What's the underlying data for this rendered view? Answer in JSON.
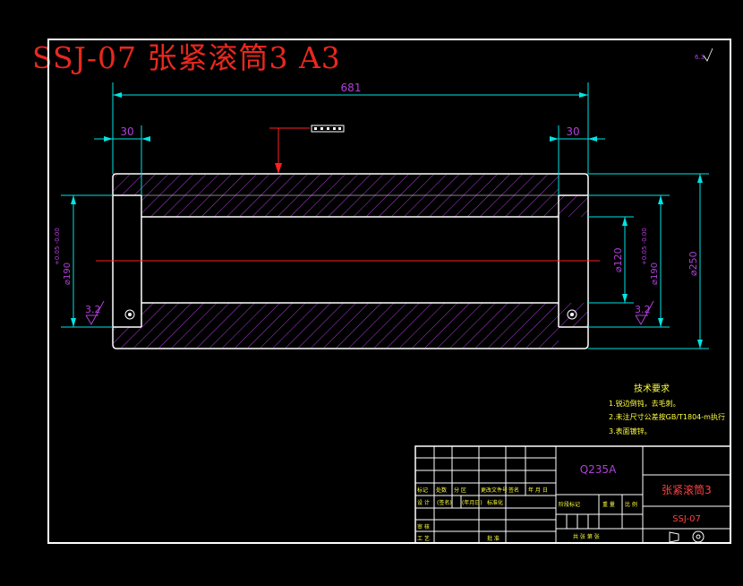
{
  "drawing_title": "SSJ-07 张紧滚筒3 A3",
  "dimensions": {
    "overall_length": "681",
    "left_bore_depth": "30",
    "right_bore_depth": "30",
    "bore_left": "⌀190",
    "bore_left_tol": "+0.05 -0.00",
    "bore_right": "⌀190",
    "bore_right_tol": "+0.05 -0.00",
    "inner_diameter": "⌀120",
    "outer_diameter": "⌀250"
  },
  "roughness": {
    "left": "3.2",
    "right": "3.2",
    "corner": "6.3"
  },
  "tech_requirements": {
    "heading": "技术要求",
    "items": [
      "1.锐边倒钝，去毛刺。",
      "2.未注尺寸公差按GB/T1804-m执行",
      "3.表面镀锌。"
    ]
  },
  "title_block": {
    "material": "Q235A",
    "part_name": "张紧滚筒3",
    "drawing_number": "SSJ-07",
    "row_marks": [
      "标记",
      "处数",
      "分 区",
      "更改文件号",
      "签名",
      "年 月 日"
    ],
    "row_design": [
      "设 计",
      "(签名)",
      "(年月日)",
      "标准化"
    ],
    "row_review": "审 核",
    "row_process": "工 艺",
    "row_approve": "批 准",
    "stage_label": "阶段标记",
    "weight_label": "重 量",
    "scale_label": "比 例",
    "sheets_label": "共  张   第  张"
  },
  "colors": {
    "background": "#000000",
    "outline": "#ffffff",
    "dimension": "#00e5e5",
    "hatch": "#b040d8",
    "centerline": "#ff2020",
    "title": "#e8281e"
  }
}
